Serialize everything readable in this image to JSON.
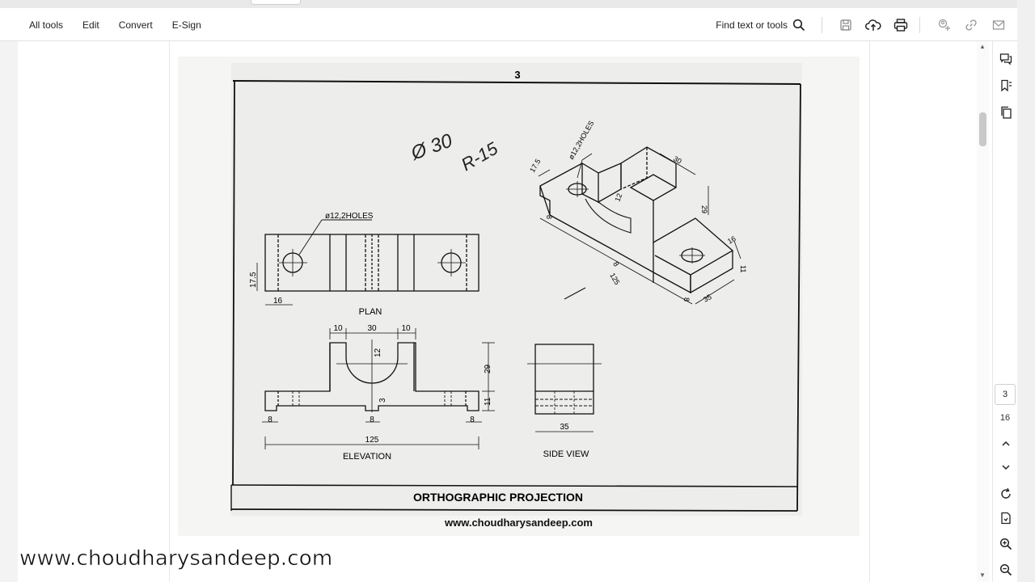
{
  "toolbar": {
    "menu": [
      "All tools",
      "Edit",
      "Convert",
      "E-Sign"
    ],
    "find_label": "Find text or tools"
  },
  "icons": {
    "select": "cursor-arrow-icon",
    "comment": "add-comment-icon",
    "highlight": "highlighter-icon",
    "draw": "freehand-draw-icon",
    "text": "text-box-icon",
    "sign": "sign-pen-icon",
    "save": "save-icon",
    "upload": "cloud-upload-icon",
    "print": "printer-icon",
    "share": "share-user-icon",
    "link": "link-icon",
    "mail": "mail-icon"
  },
  "navigation": {
    "current_page": "3",
    "total_pages": "16"
  },
  "document": {
    "page_number": "3",
    "title": "ORTHOGRAPHIC PROJECTION",
    "site_url": "www.choudharysandeep.com",
    "handwritten_note_1": "Ø 30",
    "handwritten_note_2": "R-15",
    "views": {
      "plan": "PLAN",
      "elevation": "ELEVATION",
      "side_view": "SIDE VIEW"
    },
    "dimensions": {
      "holes": "ø12,2HOLES",
      "holes_iso": "ø12,2HOLES",
      "d17_5": "17.5",
      "d16": "16",
      "d10a": "10",
      "d30": "30",
      "d10b": "10",
      "d12": "12",
      "d29": "29",
      "d11": "11",
      "d3": "3",
      "d8a": "8",
      "d8b": "8",
      "d8c": "8",
      "d125": "125",
      "d35": "35",
      "iso_17_5": "17.5",
      "iso_30": "30",
      "iso_8": "8",
      "iso_12": "12",
      "iso_29": "29",
      "iso_16": "16",
      "iso_11": "11",
      "iso_125": "125",
      "iso_8b": "8",
      "iso_8c": "8",
      "iso_35": "35"
    }
  },
  "watermark": "www.choudharysandeep.com"
}
